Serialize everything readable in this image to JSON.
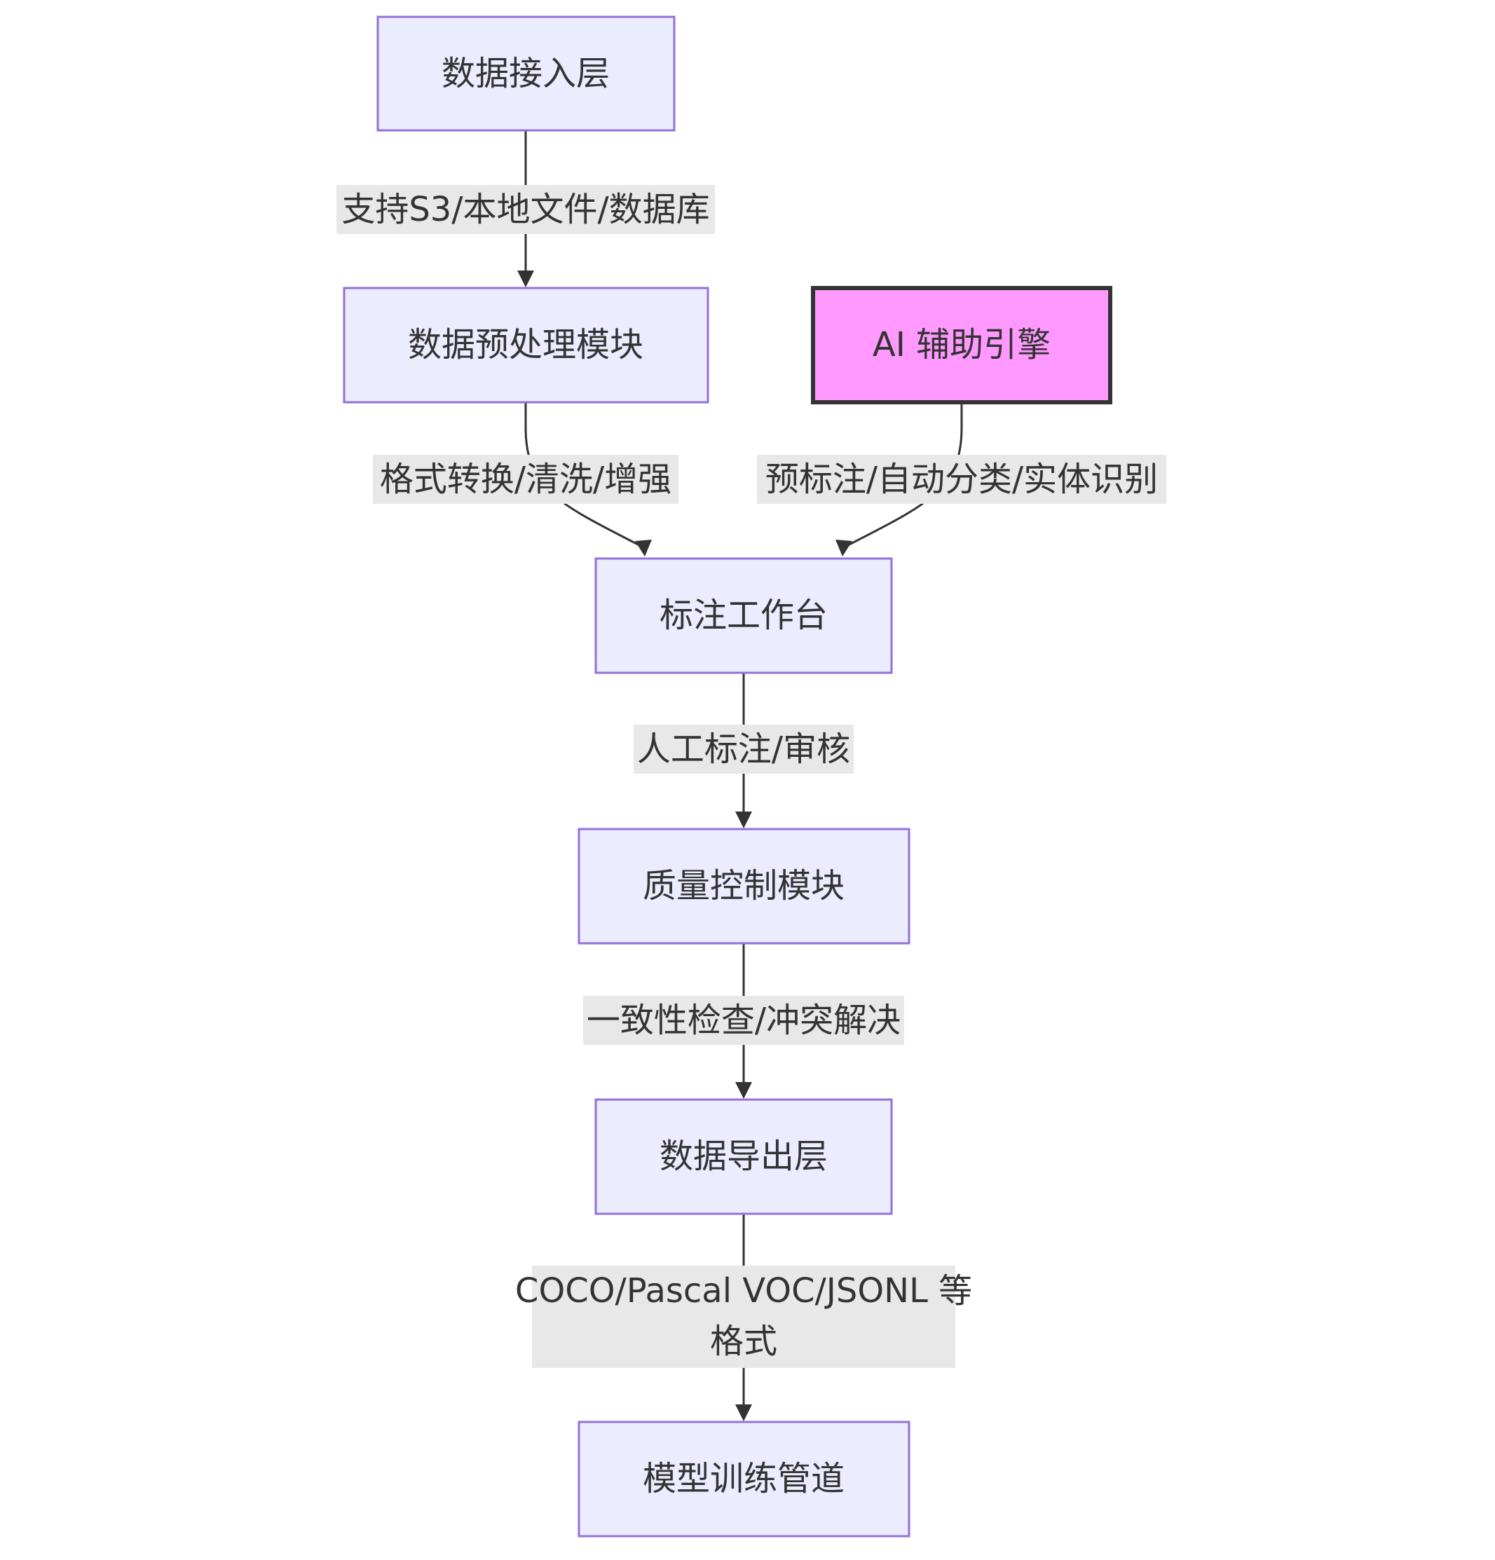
{
  "diagram": {
    "type": "flowchart",
    "direction": "top-down",
    "colors": {
      "node_fill": "#ECECFF",
      "node_border": "#9370DB",
      "highlight_fill": "#FF99FF",
      "highlight_border": "#333333",
      "edge": "#333333",
      "edge_label_bg": "#E8E8E8",
      "text": "#333333"
    },
    "nodes": {
      "ingest": "数据接入层",
      "preprocess": "数据预处理模块",
      "ai_engine": "AI 辅助引擎",
      "workbench": "标注工作台",
      "qc": "质量控制模块",
      "export": "数据导出层",
      "training": "模型训练管道"
    },
    "edges": {
      "ingest_to_preprocess": "支持S3/本地文件/数据库",
      "preprocess_to_workbench": "格式转换/清洗/增强",
      "ai_to_workbench": "预标注/自动分类/实体识别",
      "workbench_to_qc": "人工标注/审核",
      "qc_to_export": "一致性检查/冲突解决",
      "export_to_training_line1": "COCO/Pascal VOC/JSONL 等",
      "export_to_training_line2": "格式"
    }
  }
}
